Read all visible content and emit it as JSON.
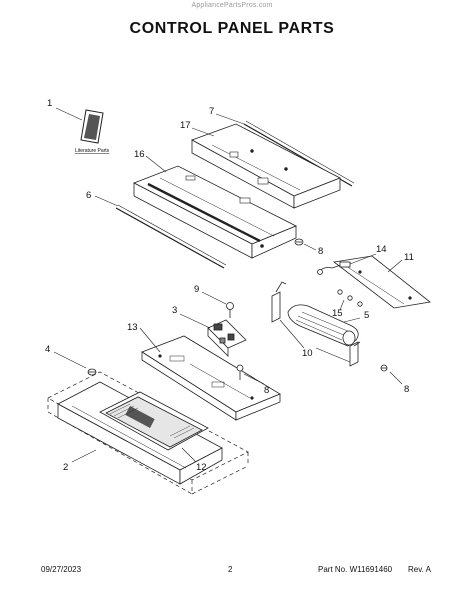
{
  "watermark": "AppliancePartsPros.com",
  "title": "CONTROL PANEL PARTS",
  "literature_label": "Literature Parts",
  "callouts": {
    "c1": "1",
    "c7": "7",
    "c17": "17",
    "c16": "16",
    "c6": "6",
    "c8a": "8",
    "c14": "14",
    "c11": "11",
    "c9": "9",
    "c3": "3",
    "c15": "15",
    "c5": "5",
    "c13": "13",
    "c4": "4",
    "c10": "10",
    "c8b": "8",
    "c8c": "8",
    "c2": "2",
    "c12": "12"
  },
  "footer": {
    "date": "09/27/2023",
    "page": "2",
    "part_number": "Part No. W11691460",
    "revision": "Rev. A"
  }
}
